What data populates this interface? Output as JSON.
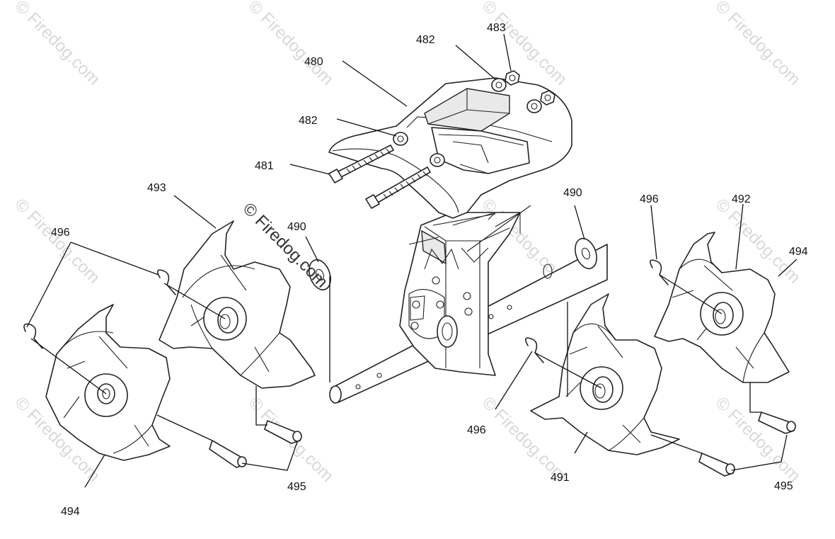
{
  "diagram": {
    "callouts": [
      {
        "id": "c480",
        "label": "480"
      },
      {
        "id": "c481",
        "label": "481"
      },
      {
        "id": "c482a",
        "label": "482"
      },
      {
        "id": "c482b",
        "label": "482"
      },
      {
        "id": "c483",
        "label": "483"
      },
      {
        "id": "c490a",
        "label": "490"
      },
      {
        "id": "c490b",
        "label": "490"
      },
      {
        "id": "c491",
        "label": "491"
      },
      {
        "id": "c492",
        "label": "492"
      },
      {
        "id": "c493",
        "label": "493"
      },
      {
        "id": "c494a",
        "label": "494"
      },
      {
        "id": "c494b",
        "label": "494"
      },
      {
        "id": "c495a",
        "label": "495"
      },
      {
        "id": "c495b",
        "label": "495"
      },
      {
        "id": "c496a",
        "label": "496"
      },
      {
        "id": "c496b",
        "label": "496"
      },
      {
        "id": "c496c",
        "label": "496"
      }
    ],
    "watermark": {
      "text": "© Firedog.com"
    }
  }
}
